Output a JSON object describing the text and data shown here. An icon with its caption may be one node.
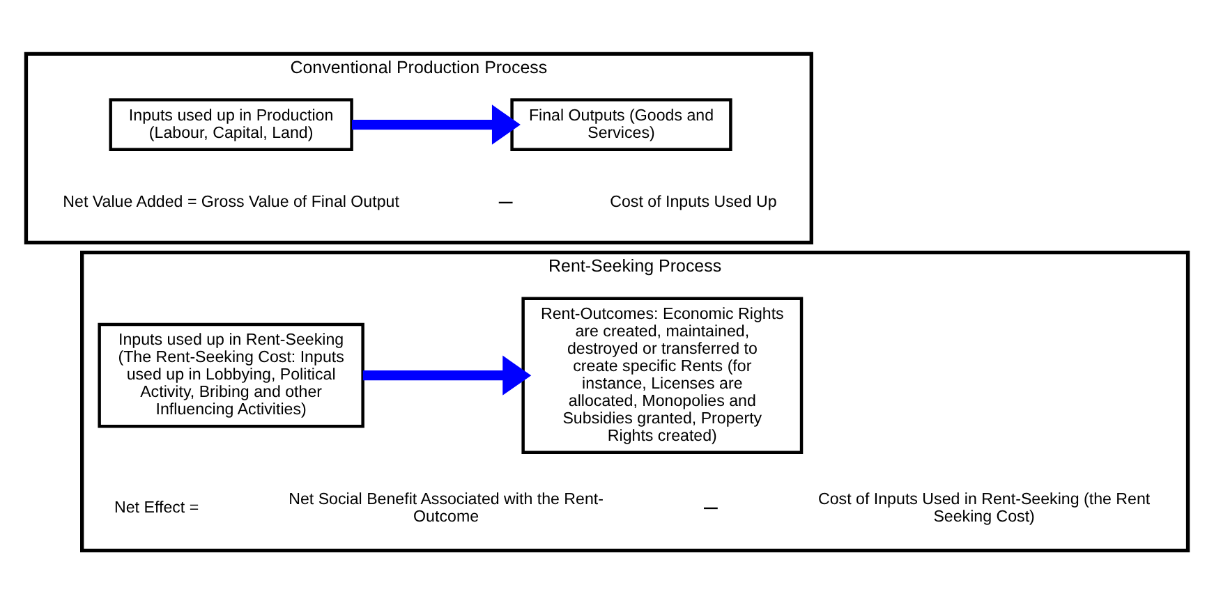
{
  "diagram": {
    "nodes": [
      {
        "text": [
          "Conventional Production Process",
          "Net Value Added = Gross Value of Final Output",
          "–",
          "Cost of Inputs Used Up"
        ]
      },
      {
        "text": [
          "Inputs used up in Production (Labour, Capital, Land)"
        ],
        "in": 0
      },
      {
        "text": [
          "Final Outputs (Goods and Services)"
        ],
        "in": 0
      },
      {
        "text": [
          "Rent-Seeking Process",
          "Net Effect =",
          "Net Social Benefit Associated with the Rent-Outcome",
          "–",
          "Cost of Inputs Used in Rent-Seeking (the Rent Seeking Cost)"
        ]
      },
      {
        "text": [
          "Inputs used up in Rent-Seeking (The Rent-Seeking Cost: Inputs used up in Lobbying, Political Activity, Bribing and other Influencing Activities)"
        ],
        "in": 3
      },
      {
        "text": [
          "Rent-Outcomes: Economic Rights are created, maintained, destroyed or transferred to create specific Rents (for instance, Licenses are allocated, Monopolies and Subsidies granted, Property Rights created)"
        ],
        "in": 3
      }
    ],
    "edges": [
      {
        "from": 1,
        "to": 2,
        "arrow": "to"
      },
      {
        "from": 4,
        "to": 5,
        "arrow": "to"
      }
    ]
  }
}
